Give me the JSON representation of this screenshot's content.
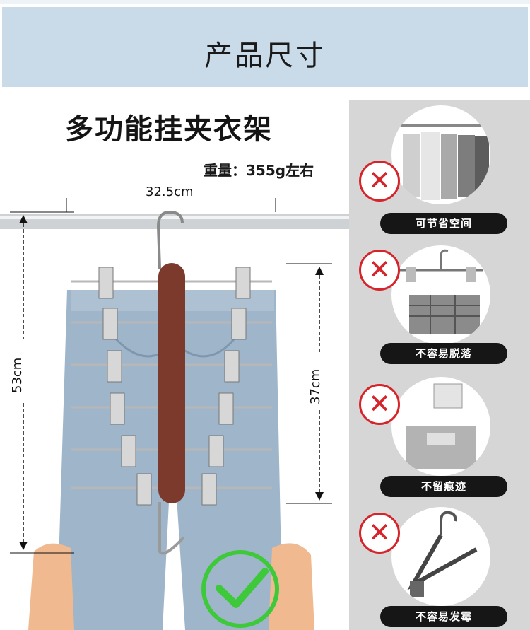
{
  "banner": {
    "title": "产品尺寸"
  },
  "product": {
    "title": "多功能挂夹衣架",
    "weight": "重量：355g左右"
  },
  "dimensions": {
    "width": "32.5cm",
    "height": "53cm",
    "clip_span": "37cm"
  },
  "features": [
    {
      "label": "可节省空间",
      "icon": "close-icon"
    },
    {
      "label": "不容易脱落",
      "icon": "close-icon"
    },
    {
      "label": "不留痕迹",
      "icon": "close-icon"
    },
    {
      "label": "不容易发霉",
      "icon": "close-icon"
    }
  ],
  "colors": {
    "banner_bg": "#c9dbe9",
    "panel_bg": "#d6d6d6",
    "x_red": "#d5242a",
    "check_green": "#3dc93a",
    "wood": "#7b3a2c",
    "denim": "#9db3c9"
  }
}
